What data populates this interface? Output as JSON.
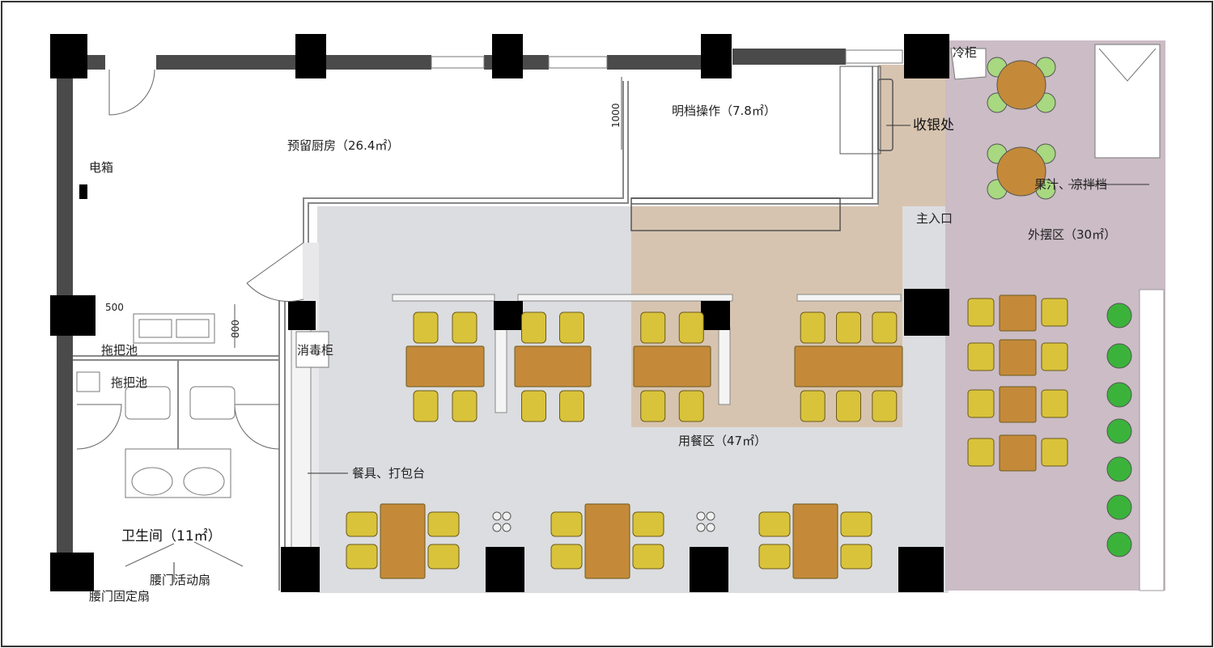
{
  "labels": {
    "kitchen": "预留厨房（26.4㎡）",
    "open_kitchen": "明档操作（7.8㎡）",
    "cashier": "收银处",
    "cold_cabinet": "冷柜",
    "elec_box": "电箱",
    "juice": "果汁、凉拌档",
    "main_entrance": "主入口",
    "outdoor": "外摆区（30㎡）",
    "dining": "用餐区（47㎡）",
    "mop_pool_1": "拖把池",
    "mop_pool_2": "拖把池",
    "sterilizer": "消毒柜",
    "tableware": "餐具、打包台",
    "toilet": "卫生间（11㎡）",
    "waist_door_active": "腰门活动扇",
    "waist_door_fixed": "腰门固定扇"
  },
  "dimensions": {
    "d1000": "1000",
    "d500": "500",
    "d800": "800"
  },
  "colors": {
    "wall": "#4a4a4a",
    "column": "#000000",
    "dining_floor": "#dcdde0",
    "tan_floor": "#d7c4b0",
    "outdoor_floor": "#cbbcc5",
    "chair": "#d9c33a",
    "table": "#c48a3a",
    "plant": "#3bb33b"
  }
}
